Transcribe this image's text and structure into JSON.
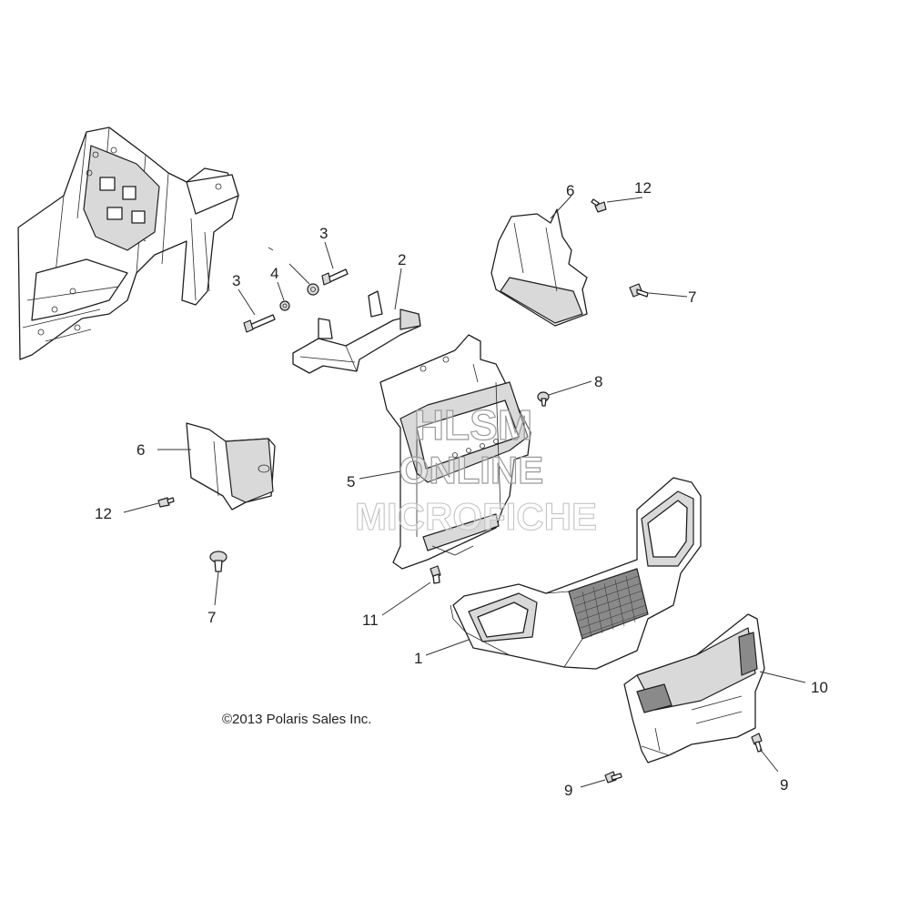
{
  "diagram": {
    "copyright": "©2013 Polaris Sales Inc.",
    "watermark": {
      "line1": "HLSM",
      "line2": "ONLINE",
      "line3": "MICROFICHE"
    },
    "callouts": {
      "c1": "1",
      "c2": "2",
      "c3a": "3",
      "c3b": "3",
      "c4": "4",
      "c5": "5",
      "c6a": "6",
      "c6b": "6",
      "c7a": "7",
      "c7b": "7",
      "c8": "8",
      "c9a": "9",
      "c9b": "9",
      "c10": "10",
      "c11": "11",
      "c12a": "12",
      "c12b": "12"
    },
    "colors": {
      "line": "#1f1f1f",
      "shade": "#d9d9d9",
      "watermark": "#9a9a9a"
    }
  }
}
